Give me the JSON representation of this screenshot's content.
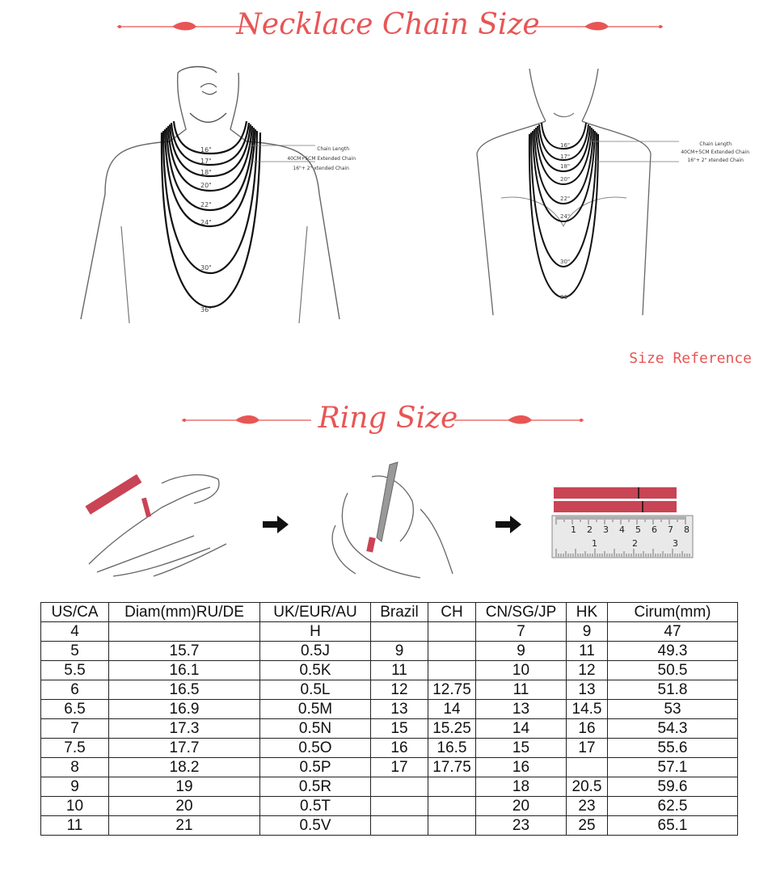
{
  "necklace": {
    "title": "Necklace Chain Size",
    "lengths": [
      "16\"",
      "17\"",
      "18\"",
      "20\"",
      "22\"",
      "24\"",
      "30\"",
      "36\""
    ],
    "note_lines": [
      "Chain Length",
      "40CM+5CM Extended Chain",
      "16\"+ 2\" xtended Chain"
    ],
    "size_reference": "Size Reference"
  },
  "ring": {
    "title": "Ring Size",
    "table": {
      "headers": [
        "US/CA",
        "Diam(mm)RU/DE",
        "UK/EUR/AU",
        "Brazil",
        "CH",
        "CN/SG/JP",
        "HK",
        "Cirum(mm)"
      ],
      "rows": [
        [
          "4",
          "",
          "H",
          "",
          "",
          "7",
          "9",
          "47"
        ],
        [
          "5",
          "15.7",
          "0.5J",
          "9",
          "",
          "9",
          "11",
          "49.3"
        ],
        [
          "5.5",
          "16.1",
          "0.5K",
          "11",
          "",
          "10",
          "12",
          "50.5"
        ],
        [
          "6",
          "16.5",
          "0.5L",
          "12",
          "12.75",
          "11",
          "13",
          "51.8"
        ],
        [
          "6.5",
          "16.9",
          "0.5M",
          "13",
          "14",
          "13",
          "14.5",
          "53"
        ],
        [
          "7",
          "17.3",
          "0.5N",
          "15",
          "15.25",
          "14",
          "16",
          "54.3"
        ],
        [
          "7.5",
          "17.7",
          "0.5O",
          "16",
          "16.5",
          "15",
          "17",
          "55.6"
        ],
        [
          "8",
          "18.2",
          "0.5P",
          "17",
          "17.75",
          "16",
          "",
          "57.1"
        ],
        [
          "9",
          "19",
          "0.5R",
          "",
          "",
          "18",
          "20.5",
          "59.6"
        ],
        [
          "10",
          "20",
          "0.5T",
          "",
          "",
          "20",
          "23",
          "62.5"
        ],
        [
          "11",
          "21",
          "0.5V",
          "",
          "",
          "23",
          "25",
          "65.1"
        ]
      ]
    },
    "ruler_top": [
      "1",
      "2",
      "3",
      "4",
      "5",
      "6",
      "7",
      "8"
    ],
    "ruler_bottom": [
      "1",
      "2",
      "3"
    ]
  },
  "colors": {
    "accent": "#e85555",
    "strip": "#c94455",
    "line": "#222222"
  }
}
